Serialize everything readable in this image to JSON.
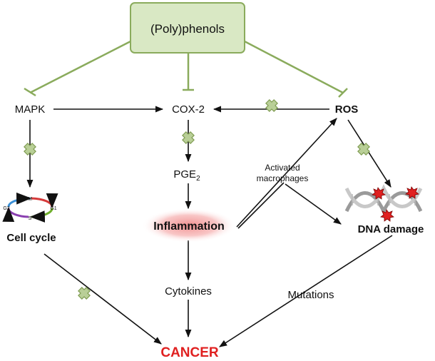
{
  "nodes": {
    "polyphenols": "(Poly)phenols",
    "mapk": "MAPK",
    "cox2": "COX-2",
    "ros": "ROS",
    "pge2": {
      "base": "PGE",
      "sub": "2"
    },
    "activated_macrophages": {
      "line1": "Activated",
      "line2": "macrophages"
    },
    "cell_cycle": "Cell cycle",
    "inflammation": "Inflammation",
    "dna_damage": "DNA damage",
    "cytokines": "Cytokines",
    "mutations": "Mutations",
    "cancer": "CANCER"
  },
  "cell_cycle_phases": {
    "m": "M",
    "g1": "G1",
    "s": "S",
    "g2": "G2"
  },
  "colors": {
    "inhibit_green": "#8aab5c",
    "box_fill": "#d9e8c4",
    "box_stroke": "#8aab5c",
    "cross_fill": "#b9cf97",
    "cross_stroke": "#7f9c52",
    "cancer_red": "#e02020",
    "inflammation_glow": "#f4a6a6",
    "arrow": "#111111",
    "dna_red": "#e02020"
  }
}
